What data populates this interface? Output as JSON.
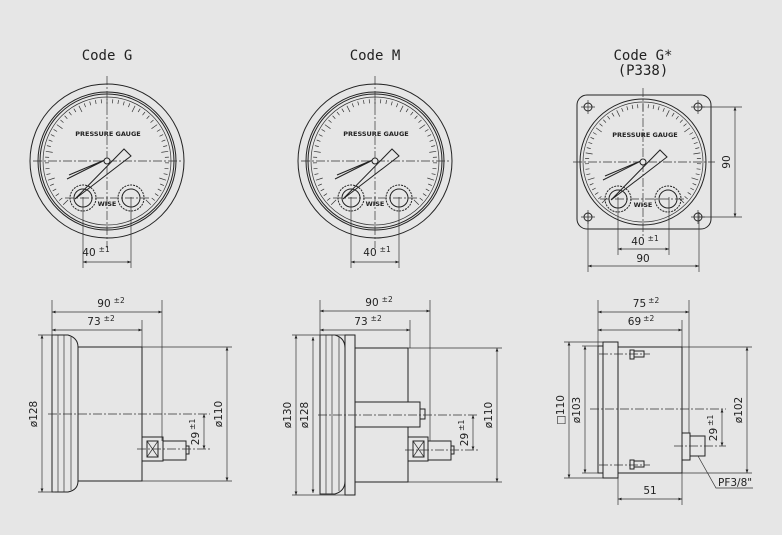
{
  "views": {
    "code_g": {
      "title": "Code G",
      "front_spacing": "40",
      "front_spacing_tol": "±1",
      "overall_depth": "90",
      "overall_depth_tol": "±2",
      "case_depth": "73",
      "case_depth_tol": "±2",
      "bezel_dia": "ø128",
      "case_dia": "ø110",
      "port_offset": "29",
      "port_offset_tol": "±1"
    },
    "code_m": {
      "title": "Code M",
      "front_spacing": "40",
      "front_spacing_tol": "±1",
      "overall_depth": "90",
      "overall_depth_tol": "±2",
      "case_depth": "73",
      "case_depth_tol": "±2",
      "flange_dia": "ø130",
      "bezel_dia": "ø128",
      "case_dia": "ø110",
      "port_offset": "29",
      "port_offset_tol": "±1"
    },
    "code_g_star": {
      "title": "Code G*",
      "subtitle": "(P338)",
      "front_spacing": "40",
      "front_spacing_tol": "±1",
      "panel_width": "90",
      "panel_height": "90",
      "overall_depth": "75",
      "overall_depth_tol": "±2",
      "case_depth": "69",
      "case_depth_tol": "±2",
      "panel_square": "□110",
      "bezel_dia": "ø103",
      "case_dia": "ø102",
      "port_offset": "29",
      "port_offset_tol": "±1",
      "case_length": "51",
      "thread": "PF3/8\""
    }
  },
  "dial": {
    "label": "PRESSURE GAUGE",
    "brand": "WISE"
  }
}
